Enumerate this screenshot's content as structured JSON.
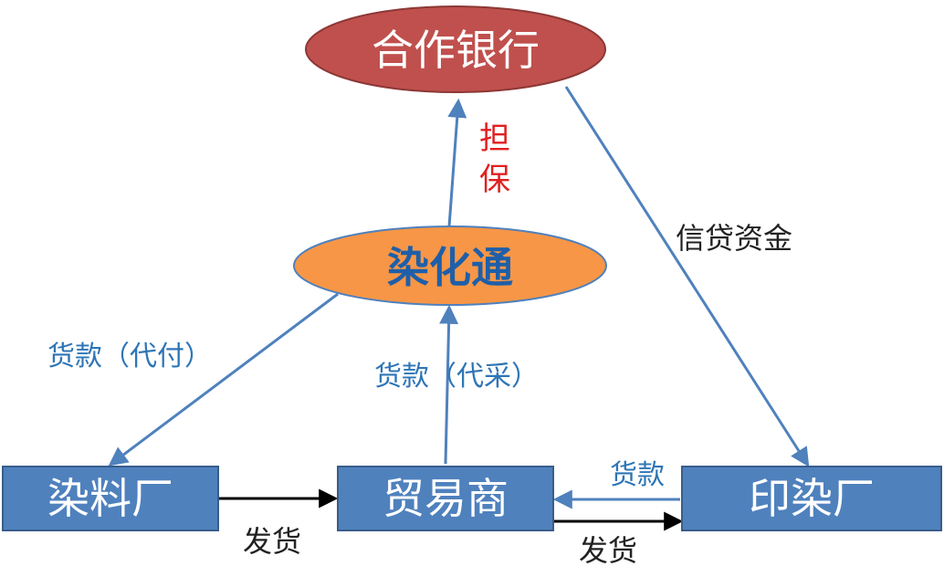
{
  "nodes": {
    "bank": {
      "label": "合作银行",
      "fill": "#c0504d",
      "stroke": "#8c3836",
      "text_color": "#ffffff"
    },
    "platform": {
      "label": "染化通",
      "fill": "#f79646",
      "stroke": "#4f81bd",
      "text_color": "#1f5fa8"
    },
    "dye_factory": {
      "label": "染料厂",
      "fill": "#4f81bd",
      "stroke": "#385d8a",
      "text_color": "#ffffff"
    },
    "trader": {
      "label": "贸易商",
      "fill": "#4f81bd",
      "stroke": "#385d8a",
      "text_color": "#ffffff"
    },
    "printing_factory": {
      "label": "印染厂",
      "fill": "#4f81bd",
      "stroke": "#385d8a",
      "text_color": "#ffffff"
    }
  },
  "edges": {
    "guarantee_1": "担",
    "guarantee_2": "保",
    "credit_funds": "信贷资金",
    "payment_on_behalf": "货款（代付）",
    "payment_procurement": "货款（代采）",
    "payment": "货款",
    "ship_1": "发货",
    "ship_2": "发货"
  },
  "colors": {
    "blue_arrow": "#4f81bd",
    "black_arrow": "#000000",
    "red_label": "#e02020",
    "blue_label": "#2e75b6",
    "black_label": "#222222"
  }
}
